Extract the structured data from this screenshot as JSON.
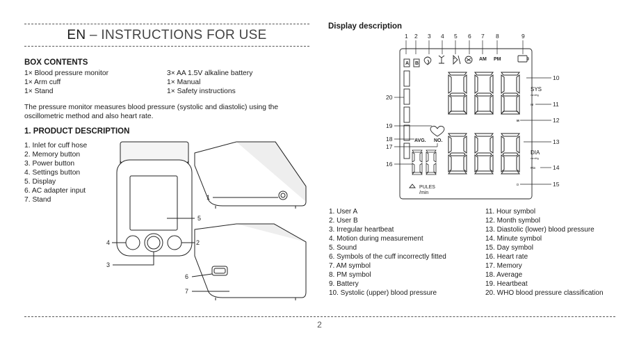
{
  "header": {
    "lang_code": "EN",
    "title_rest": " – INSTRUCTIONS FOR USE"
  },
  "box_contents": {
    "heading": "BOX CONTENTS",
    "left": [
      "1× Blood pressure monitor",
      "1× Arm cuff",
      "1× Stand"
    ],
    "right": [
      "3× AA 1.5V alkaline battery",
      "1× Manual",
      "1× Safety instructions"
    ],
    "description": "The pressure monitor measures blood pressure (systolic and diastolic) using the oscillometric method and also heart rate."
  },
  "product_description": {
    "heading": "1. PRODUCT DESCRIPTION",
    "items": [
      "1. Inlet for cuff hose",
      "2. Memory button",
      "3. Power button",
      "4. Settings button",
      "5. Display",
      "6. AC adapter input",
      "7. Stand"
    ],
    "callouts": [
      "1",
      "2",
      "3",
      "4",
      "5",
      "6",
      "7"
    ]
  },
  "display_description": {
    "heading": "Display description",
    "top_numbers": [
      "1",
      "2",
      "3",
      "4",
      "5",
      "6",
      "7",
      "8",
      "9"
    ],
    "right_numbers": [
      "10",
      "11",
      "12",
      "13",
      "14",
      "15"
    ],
    "left_numbers": [
      "20",
      "19",
      "18",
      "17",
      "16"
    ],
    "lcd_labels": {
      "sys": "SYS",
      "mmhg": "mmHg",
      "dia": "DIA",
      "pulse": "PULES",
      "per_min": "/min",
      "am": "AM",
      "pm": "PM",
      "avg": "AVG.",
      "no": "NO.",
      "hr": "Hr",
      "m": "M",
      "min": "Min",
      "d": "D",
      "user_a": "A",
      "user_b": "B"
    },
    "legend_left": [
      "1. User A",
      "2. User B",
      "3. Irregular heartbeat",
      "4. Motion during measurement",
      "5. Sound",
      "6. Symbols of the cuff incorrectly fitted",
      "7. AM symbol",
      "8. PM symbol",
      "9. Battery",
      "10.  Systolic (upper) blood pressure"
    ],
    "legend_right": [
      "11. Hour symbol",
      "12. Month symbol",
      "13. Diastolic (lower) blood pressure",
      "14. Minute symbol",
      "15. Day symbol",
      "16. Heart rate",
      "17. Memory",
      "18. Average",
      "19. Heartbeat",
      "20. WHO blood pressure classification"
    ]
  },
  "footer": {
    "page": "2"
  }
}
